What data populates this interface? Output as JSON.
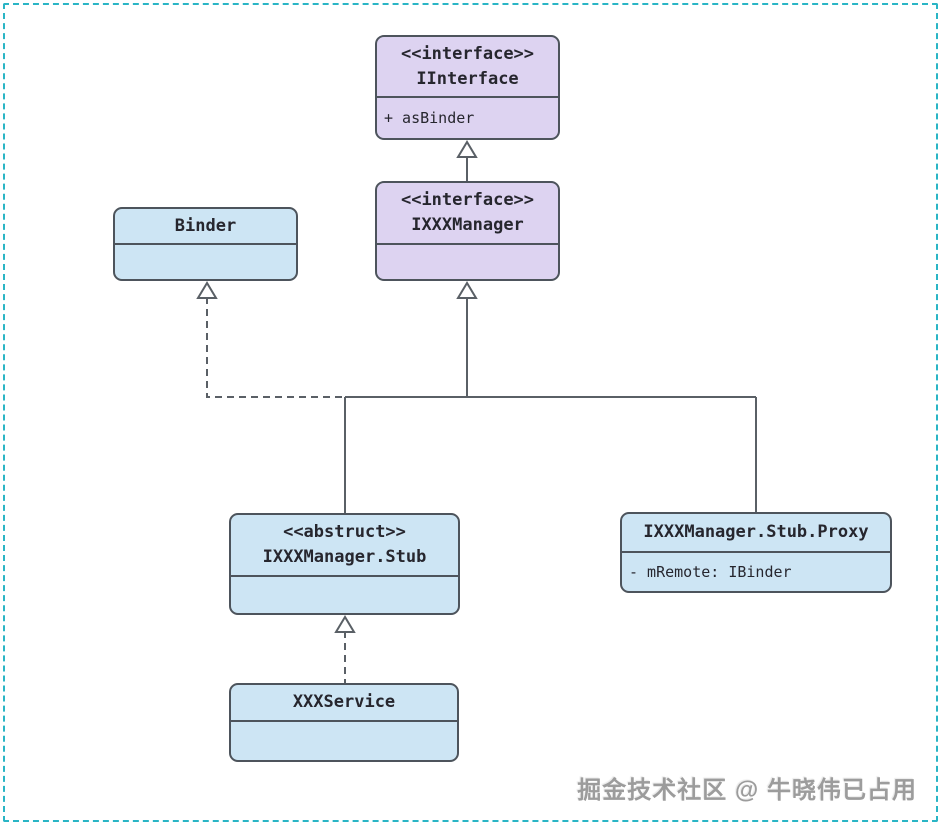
{
  "watermark": "掘金技术社区 @ 牛晓伟已占用",
  "classes": {
    "iinterface": {
      "stereotype": "<<interface>>",
      "name": "IInterface",
      "member": "+ asBinder"
    },
    "ixxxmanager": {
      "stereotype": "<<interface>>",
      "name": "IXXXManager",
      "member": ""
    },
    "binder": {
      "stereotype": "",
      "name": "Binder",
      "member": ""
    },
    "stub": {
      "stereotype": "<<abstruct>>",
      "name": "IXXXManager.Stub",
      "member": ""
    },
    "proxy": {
      "stereotype": "",
      "name": "IXXXManager.Stub.Proxy",
      "member": "- mRemote: IBinder"
    },
    "xxxservice": {
      "stereotype": "",
      "name": "XXXService",
      "member": ""
    }
  },
  "relations": [
    {
      "type": "generalization",
      "from": "IXXXManager",
      "to": "IInterface",
      "line": "solid",
      "arrowhead": "hollow-triangle"
    },
    {
      "type": "generalization",
      "from": "IXXXManager.Stub",
      "to": "IXXXManager",
      "line": "solid",
      "arrowhead": "hollow-triangle"
    },
    {
      "type": "generalization",
      "from": "IXXXManager.Stub.Proxy",
      "to": "IXXXManager",
      "line": "solid",
      "arrowhead": "hollow-triangle"
    },
    {
      "type": "realization",
      "from": "IXXXManager.Stub",
      "to": "Binder",
      "line": "dashed",
      "arrowhead": "hollow-triangle"
    },
    {
      "type": "realization",
      "from": "XXXService",
      "to": "IXXXManager.Stub",
      "line": "dashed",
      "arrowhead": "hollow-triangle"
    }
  ],
  "colors": {
    "interface_fill": "#ddd3f1",
    "class_fill": "#cde5f4",
    "box_border": "#4d545c",
    "connector": "#5a6066",
    "frame_border": "#2ab5c5",
    "watermark_text": "#9c9c9c",
    "background": "#ffffff"
  }
}
